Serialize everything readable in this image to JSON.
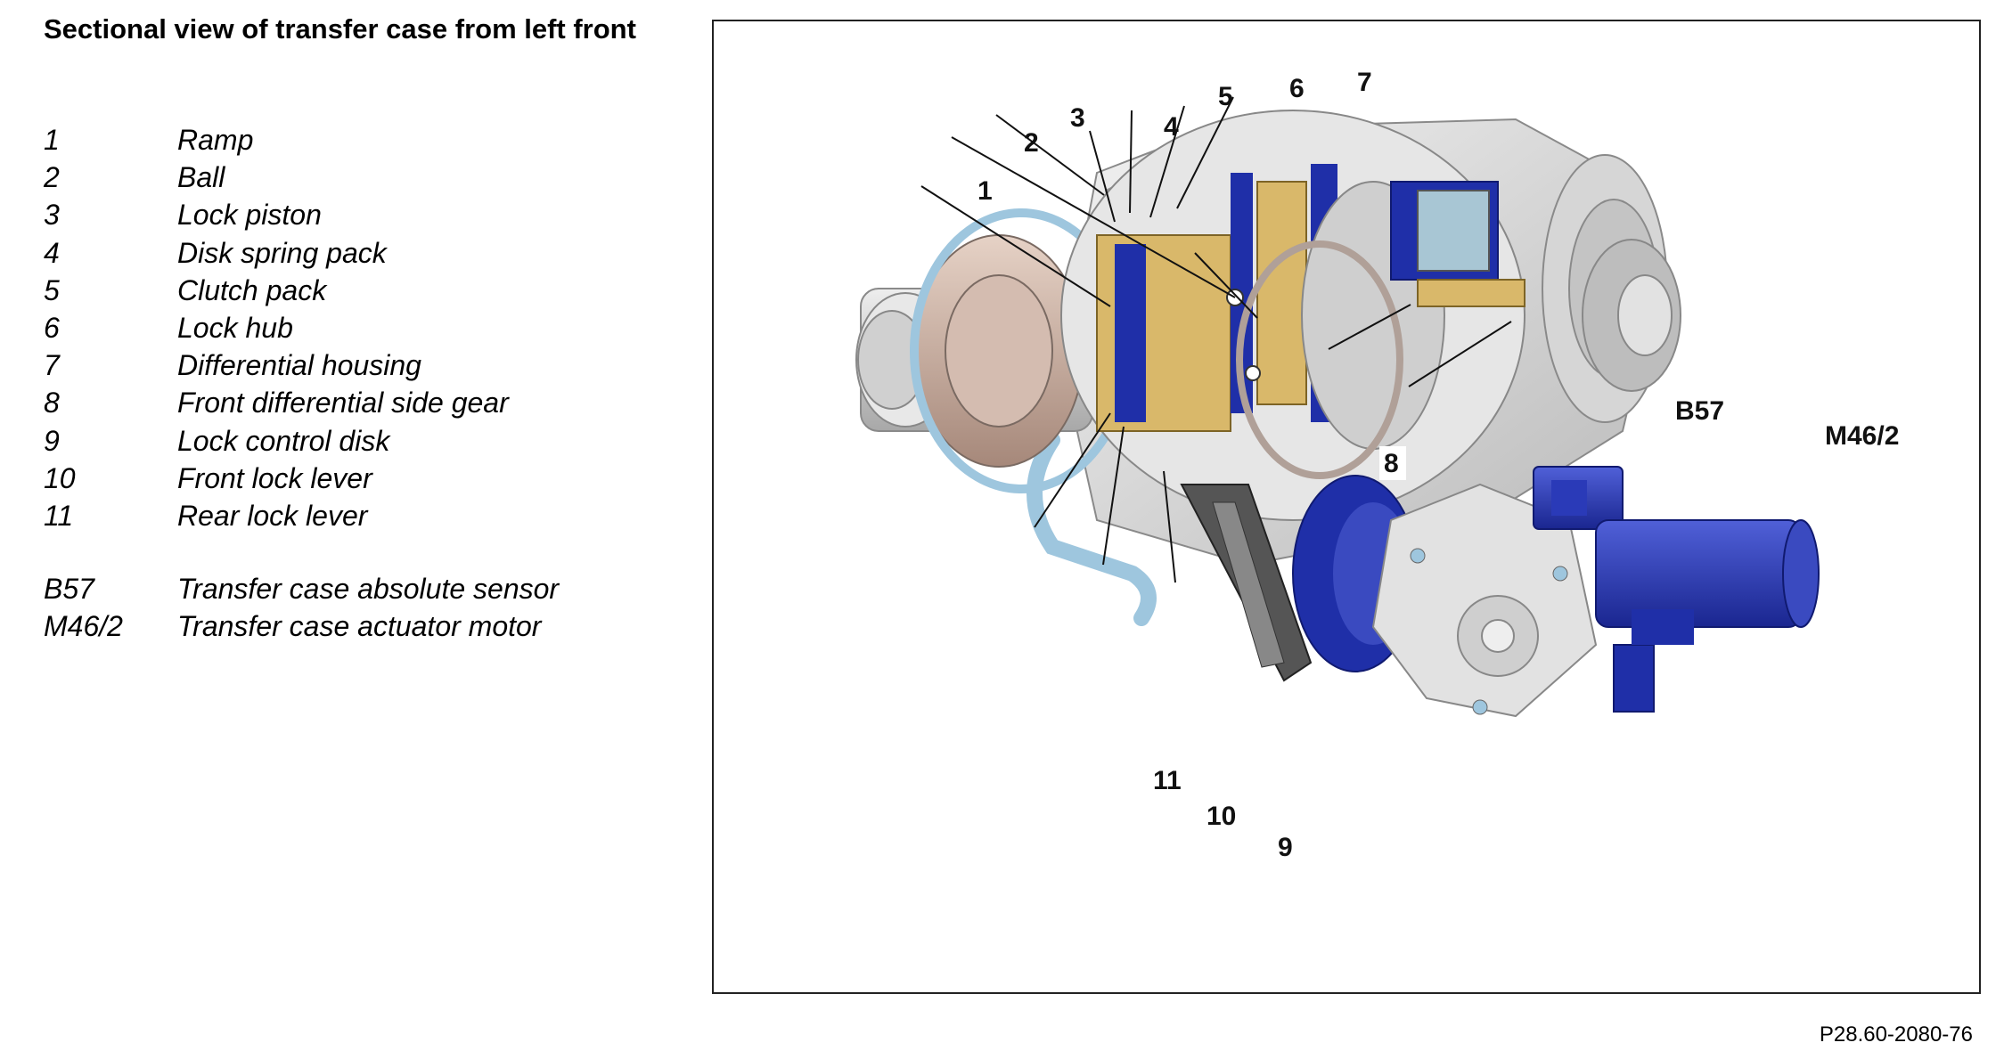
{
  "title": "Sectional view of transfer case from left front",
  "legend": [
    {
      "key": "1",
      "label": "Ramp"
    },
    {
      "key": "2",
      "label": "Ball"
    },
    {
      "key": "3",
      "label": "Lock piston"
    },
    {
      "key": "4",
      "label": "Disk spring pack"
    },
    {
      "key": "5",
      "label": "Clutch pack"
    },
    {
      "key": "6",
      "label": "Lock hub"
    },
    {
      "key": "7",
      "label": "Differential housing"
    },
    {
      "key": "8",
      "label": "Front differential side gear"
    },
    {
      "key": "9",
      "label": "Lock control disk"
    },
    {
      "key": "10",
      "label": "Front lock lever"
    },
    {
      "key": "11",
      "label": "Rear lock lever"
    }
  ],
  "components": [
    {
      "key": "B57",
      "label": "Transfer case absolute sensor"
    },
    {
      "key": "M46/2",
      "label": "Transfer case actuator motor"
    }
  ],
  "callouts": {
    "c1": "1",
    "c2": "2",
    "c3": "3",
    "c4": "4",
    "c5": "5",
    "c6": "6",
    "c7": "7",
    "c8": "8",
    "c9": "9",
    "c10": "10",
    "c11": "11",
    "b57": "B57",
    "m46": "M46/2"
  },
  "reference": "P28.60-2080-76",
  "colors": {
    "highlight_blue": "#1f2fa8",
    "housing_grey": "#d8d8d8",
    "gear_gold": "#d9b86a",
    "spring_steel": "#9ec6de"
  }
}
